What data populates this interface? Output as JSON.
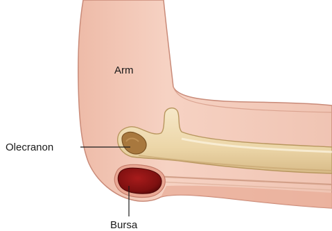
{
  "labels": {
    "arm": "Arm",
    "olecranon": "Olecranon",
    "bursa": "Bursa"
  },
  "colors": {
    "skin_fill": "#f2c8b8",
    "skin_shade": "#e8b09c",
    "skin_outline": "#c98a78",
    "bone_fill": "#f1e0bc",
    "bone_shade": "#d9bf8f",
    "bone_outline": "#b8965e",
    "marrow": "#9a6a33",
    "bursa_fill": "#8f1515",
    "bursa_dark": "#5c0a0a",
    "bursa_rim": "#e9a693"
  }
}
